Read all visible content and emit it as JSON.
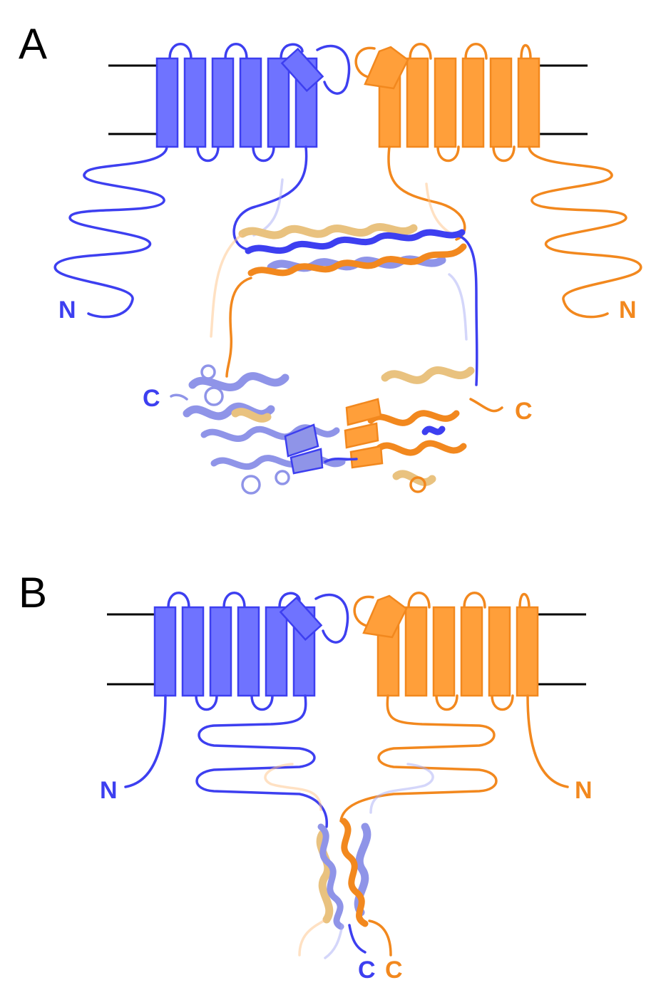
{
  "colors": {
    "blue": "#3d3ff0",
    "blue_fill": "#6f73ff",
    "blue_light": "#8f94e8",
    "blue_faint": "#a9aef5",
    "orange": "#f2881e",
    "orange_fill": "#ff9f3a",
    "orange_light": "#e9c27f",
    "orange_faint": "#ffc488",
    "membrane": "#000000"
  },
  "panels": [
    {
      "letter": "A",
      "left_n_label": "N",
      "right_n_label": "N",
      "left_c_label": "C",
      "right_c_label": "C"
    },
    {
      "letter": "B",
      "left_n_label": "N",
      "right_n_label": "N",
      "left_c_label": "C",
      "right_c_label": "C"
    }
  ]
}
